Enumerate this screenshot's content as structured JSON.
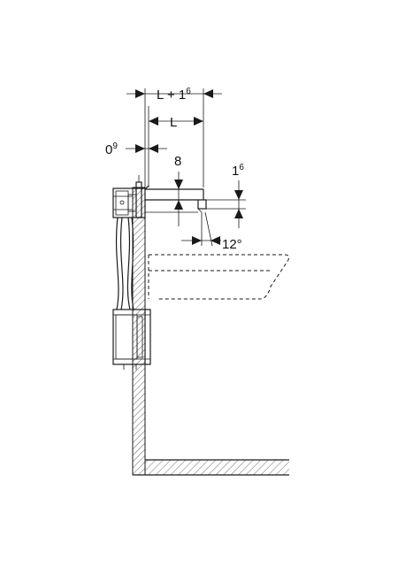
{
  "dimensions": {
    "l_plus_16": {
      "main": "L + 1",
      "sup": "6"
    },
    "l": {
      "main": "L"
    },
    "o9": {
      "main": "0",
      "sup": "9"
    },
    "eight": {
      "main": "8"
    },
    "sixteen": {
      "main": "1",
      "sup": "6"
    },
    "angle": {
      "main": "12°"
    }
  },
  "colors": {
    "stroke": "#1a1a1a",
    "background": "#ffffff"
  }
}
